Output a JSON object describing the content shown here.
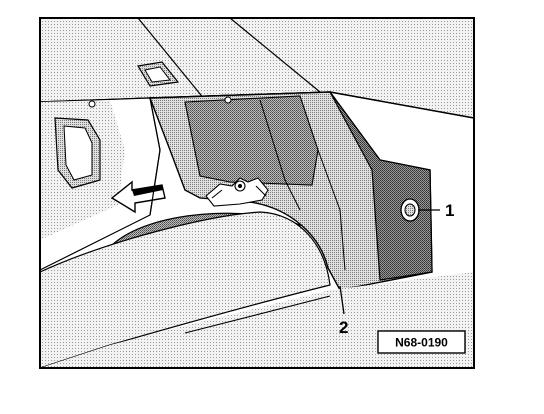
{
  "figure": {
    "reference_code": "N68-0190",
    "callouts": [
      {
        "id": "1",
        "label": "1",
        "part": "fastener-clip"
      },
      {
        "id": "2",
        "label": "2",
        "part": "trim-panel"
      }
    ]
  },
  "colors": {
    "ink": "#000000",
    "paper": "#ffffff",
    "shade_light": "#e4e4e4",
    "shade_mid": "#c9c9c9",
    "shade_dark": "#a9a9a9",
    "shade_darker": "#8c8c8c"
  },
  "icons": {
    "direction_arrow": "arrow-left-icon"
  }
}
